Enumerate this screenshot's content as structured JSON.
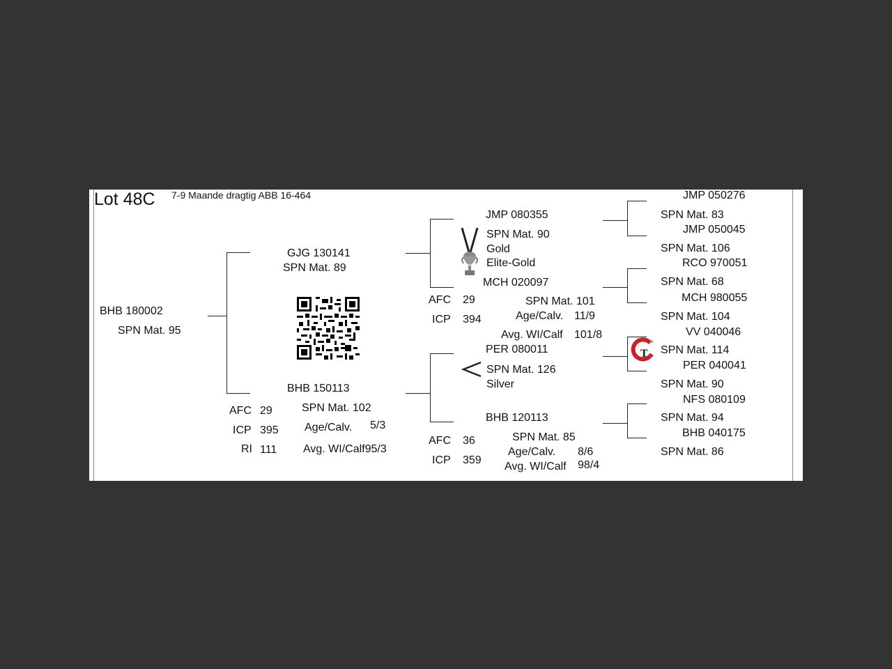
{
  "lot": {
    "title": "Lot 48C",
    "subtitle": "7-9 Maande dragtig ABB 16-464"
  },
  "animal": {
    "id": "BHB 180002",
    "spn": "SPN Mat. 95"
  },
  "sire": {
    "id": "GJG 130141",
    "spn": "SPN Mat. 89",
    "sire": {
      "id": "JMP 080355",
      "spn": "SPN Mat. 90",
      "award1": "Gold",
      "award2": "Elite-Gold",
      "sire": {
        "id": "JMP 050276",
        "spn": "SPN Mat. 83"
      },
      "dam": {
        "id": "JMP 050045",
        "spn": "SPN Mat. 106"
      }
    },
    "dam": {
      "id": "MCH 020097",
      "afc_label": "AFC",
      "afc": "29",
      "icp_label": "ICP",
      "icp": "394",
      "spn": "SPN Mat. 101",
      "age_label": "Age/Calv.",
      "age": "11/9",
      "avg_label": "Avg. WI/Calf",
      "avg": "101/8",
      "sire": {
        "id": "RCO 970051",
        "spn": "SPN Mat. 68"
      },
      "dam": {
        "id": "MCH 980055",
        "spn": "SPN Mat. 104"
      }
    }
  },
  "dam": {
    "id": "BHB 150113",
    "afc_label": "AFC",
    "afc": "29",
    "icp_label": "ICP",
    "icp": "395",
    "ri_label": "RI",
    "ri": "111",
    "spn": "SPN Mat. 102",
    "age_label": "Age/Calv.",
    "age": "5/3",
    "avg_label": "Avg. WI/Calf95/3",
    "sire": {
      "id": "PER 080011",
      "spn": "SPN Mat. 126",
      "award": "Silver",
      "sire": {
        "id": "VV  040046",
        "spn": "SPN Mat. 114"
      },
      "dam": {
        "id": "PER 040041",
        "spn": "SPN Mat. 90"
      }
    },
    "dam": {
      "id": "BHB 120113",
      "afc_label": "AFC",
      "afc": "36",
      "icp_label": "ICP",
      "icp": "359",
      "spn": "SPN Mat. 85",
      "age_label": "Age/Calv.",
      "age": "8/6",
      "avg_label": "Avg. WI/Calf",
      "avg": "98/4",
      "sire": {
        "id": "NFS 080109",
        "spn": "SPN Mat. 94"
      },
      "dam": {
        "id": "BHB 040175",
        "spn": "SPN Mat. 86"
      }
    }
  },
  "icons": {
    "qr": "qr-code-icon",
    "trophy": "trophy-icon",
    "chevron": "chevron-left-icon",
    "logo": "gt-logo-icon"
  },
  "colors": {
    "background": "#333333",
    "card": "#ffffff",
    "logo_red": "#cc1f2a"
  }
}
